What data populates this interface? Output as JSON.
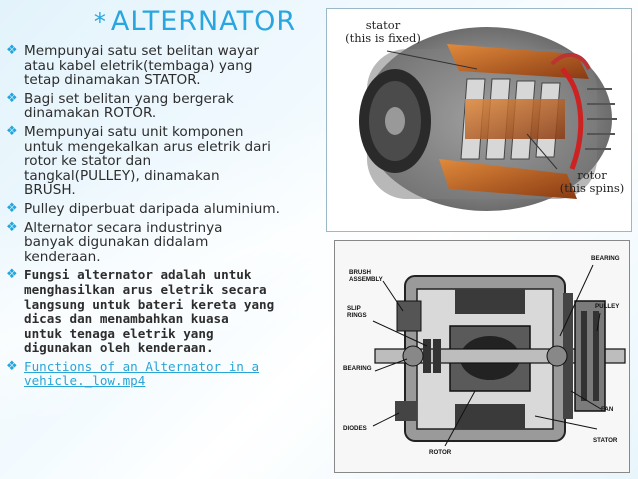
{
  "title": {
    "star": "*",
    "text": "ALTERNATOR"
  },
  "bullets": [
    {
      "text": "Mempunyai satu set belitan wayar\natau kabel eletrik(tembaga) yang\ntetap dinamakan STATOR.",
      "style": "normal"
    },
    {
      "text": "Bagi set belitan yang bergerak\ndinamakan ROTOR.",
      "style": "normal"
    },
    {
      "text": "Mempunyai satu unit komponen\nuntuk mengekalkan arus eletrik dari\nrotor ke stator dan\ntangkal(PULLEY), dinamakan\nBRUSH.",
      "style": "normal"
    },
    {
      "text": "Pulley diperbuat daripada aluminium.",
      "style": "normal"
    },
    {
      "text": "Alternator secara industrinya\nbanyak digunakan didalam\nkenderaan.",
      "style": "normal"
    },
    {
      "text": "Fungsi alternator adalah untuk\nmenghasilkan arus eletrik secara\nlangsung untuk bateri kereta yang\ndicas  dan menambahkan kuasa\nuntuk tenaga eletrik yang\ndigunakan oleh kenderaan.",
      "style": "bold"
    },
    {
      "text": "Functions of an Alternator in a\nvehicle._low.mp4",
      "style": "link"
    }
  ],
  "photo_labels": {
    "stator": "stator\n(this is fixed)",
    "rotor": "rotor\n(this spins)"
  },
  "diagram_labels": {
    "brush": "BRUSH\nASSEMBLY",
    "slip": "SLIP\nRINGS",
    "bearing_left": "BEARING",
    "diodes": "DIODES",
    "rotor": "ROTOR",
    "bearing_top": "BEARING",
    "pulley": "PULLEY",
    "fan": "FAN",
    "stator": "STATOR"
  },
  "colors": {
    "accent": "#29a6df",
    "text": "#2d2d2d"
  }
}
